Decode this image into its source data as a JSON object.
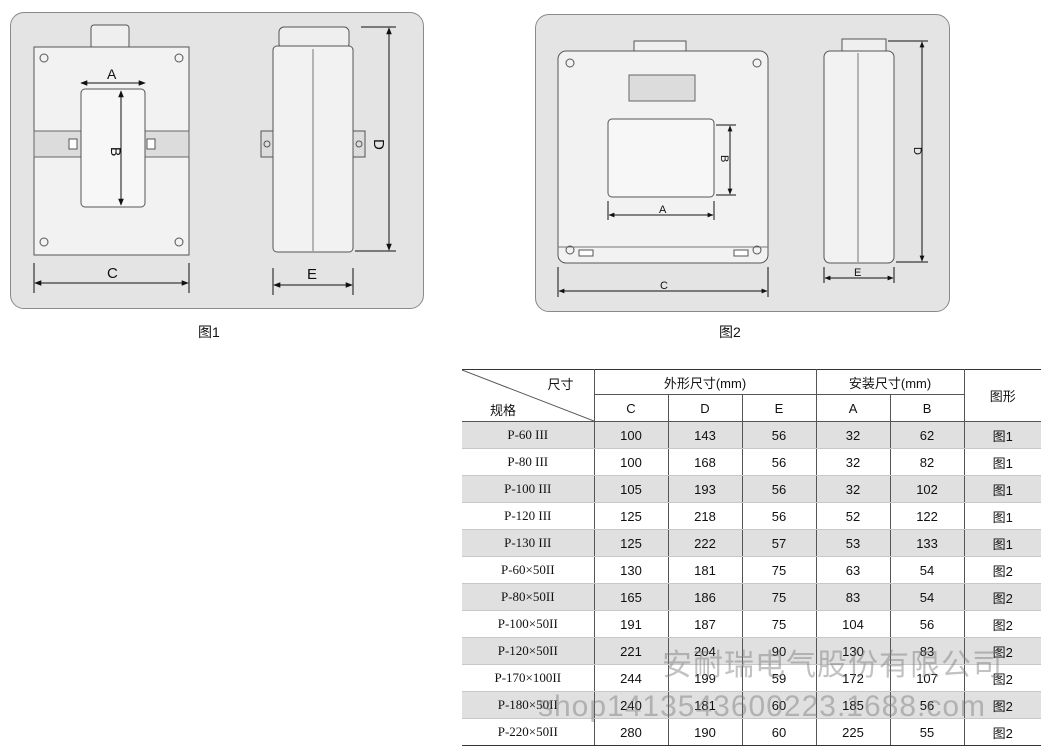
{
  "figure1": {
    "caption": "图1",
    "labels": {
      "a": "A",
      "b": "B",
      "c": "C",
      "d": "D",
      "e": "E"
    }
  },
  "figure2": {
    "caption": "图2",
    "labels": {
      "a": "A",
      "b": "B",
      "c": "C",
      "d": "D",
      "e": "E"
    }
  },
  "table": {
    "header": {
      "size_label": "尺寸",
      "spec_label": "规格",
      "outer_group": "外形尺寸(mm)",
      "install_group": "安装尺寸(mm)",
      "figure_col": "图形",
      "cols": [
        "C",
        "D",
        "E",
        "A",
        "B"
      ]
    },
    "rows": [
      {
        "spec": "P-60 III",
        "c": "100",
        "d": "143",
        "e": "56",
        "a": "32",
        "b": "62",
        "fig": "图1"
      },
      {
        "spec": "P-80 III",
        "c": "100",
        "d": "168",
        "e": "56",
        "a": "32",
        "b": "82",
        "fig": "图1"
      },
      {
        "spec": "P-100 III",
        "c": "105",
        "d": "193",
        "e": "56",
        "a": "32",
        "b": "102",
        "fig": "图1"
      },
      {
        "spec": "P-120 III",
        "c": "125",
        "d": "218",
        "e": "56",
        "a": "52",
        "b": "122",
        "fig": "图1"
      },
      {
        "spec": "P-130 III",
        "c": "125",
        "d": "222",
        "e": "57",
        "a": "53",
        "b": "133",
        "fig": "图1"
      },
      {
        "spec": "P-60×50II",
        "c": "130",
        "d": "181",
        "e": "75",
        "a": "63",
        "b": "54",
        "fig": "图2"
      },
      {
        "spec": "P-80×50II",
        "c": "165",
        "d": "186",
        "e": "75",
        "a": "83",
        "b": "54",
        "fig": "图2"
      },
      {
        "spec": "P-100×50II",
        "c": "191",
        "d": "187",
        "e": "75",
        "a": "104",
        "b": "56",
        "fig": "图2"
      },
      {
        "spec": "P-120×50II",
        "c": "221",
        "d": "204",
        "e": "90",
        "a": "130",
        "b": "83",
        "fig": "图2"
      },
      {
        "spec": "P-170×100II",
        "c": "244",
        "d": "199",
        "e": "59",
        "a": "172",
        "b": "107",
        "fig": "图2"
      },
      {
        "spec": "P-180×50II",
        "c": "240",
        "d": "181",
        "e": "60",
        "a": "185",
        "b": "56",
        "fig": "图2"
      },
      {
        "spec": "P-220×50II",
        "c": "280",
        "d": "190",
        "e": "60",
        "a": "225",
        "b": "55",
        "fig": "图2"
      }
    ]
  },
  "watermark": {
    "line1": "安耐瑞电气股份有限公司",
    "line2": "shop1413543600223.1688.com"
  }
}
